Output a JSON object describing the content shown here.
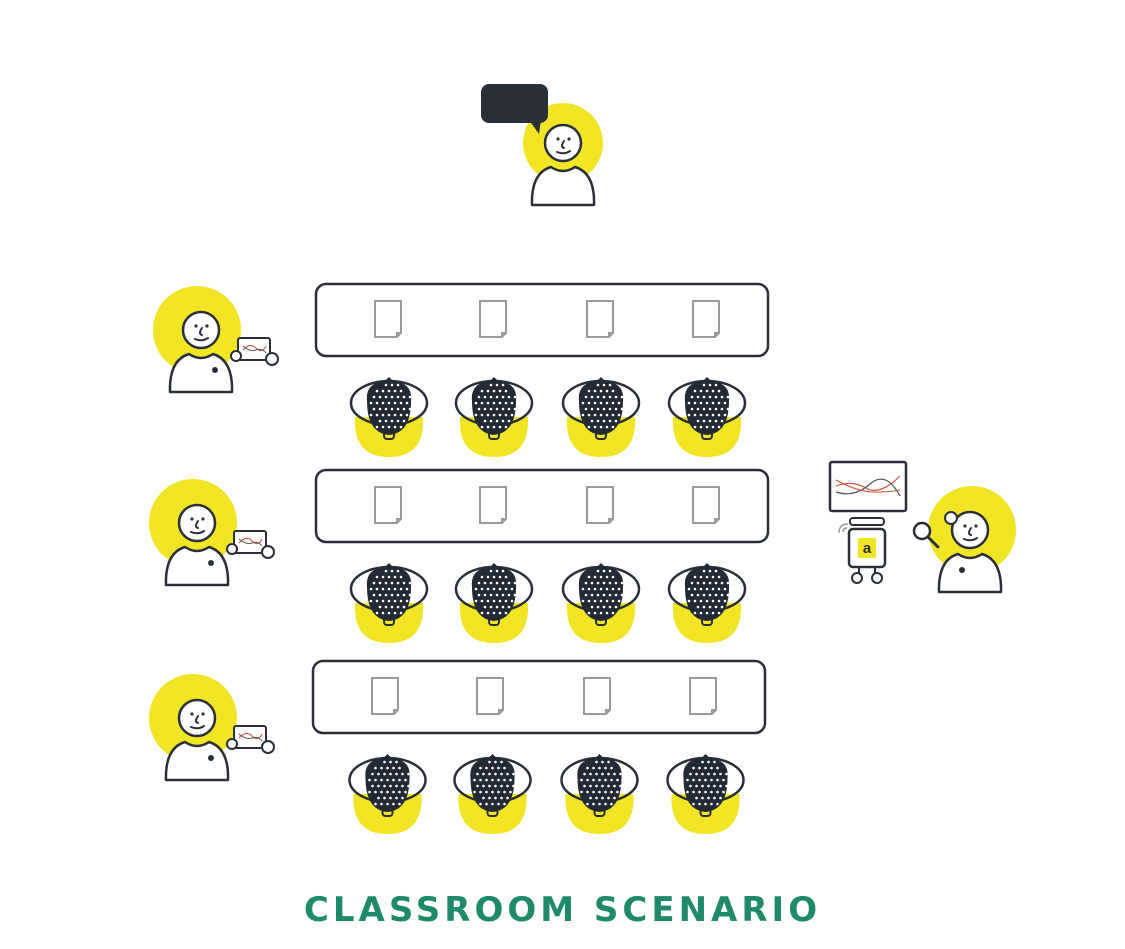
{
  "caption": "CLASSROOM SCENARIO",
  "colors": {
    "accent_yellow": "#f2e526",
    "outline_dark": "#2b3038",
    "eeg_cap": "#232a35",
    "paper_gray": "#9a9a9a",
    "chart_red": "#c8503c",
    "chart_gray": "#555555",
    "caption_green": "#1f8a6a",
    "background": "#ffffff"
  },
  "scene": {
    "teacher": {
      "icon": "teacher-with-speech-bubble"
    },
    "rows": [
      {
        "desks": 4,
        "students": 4,
        "monitor": "observer-with-tablet"
      },
      {
        "desks": 4,
        "students": 4,
        "monitor": "observer-with-tablet"
      },
      {
        "desks": 4,
        "students": 4,
        "monitor": "observer-with-tablet"
      }
    ],
    "researcher": {
      "icon": "researcher-with-magnifier",
      "device_label": "a"
    }
  }
}
